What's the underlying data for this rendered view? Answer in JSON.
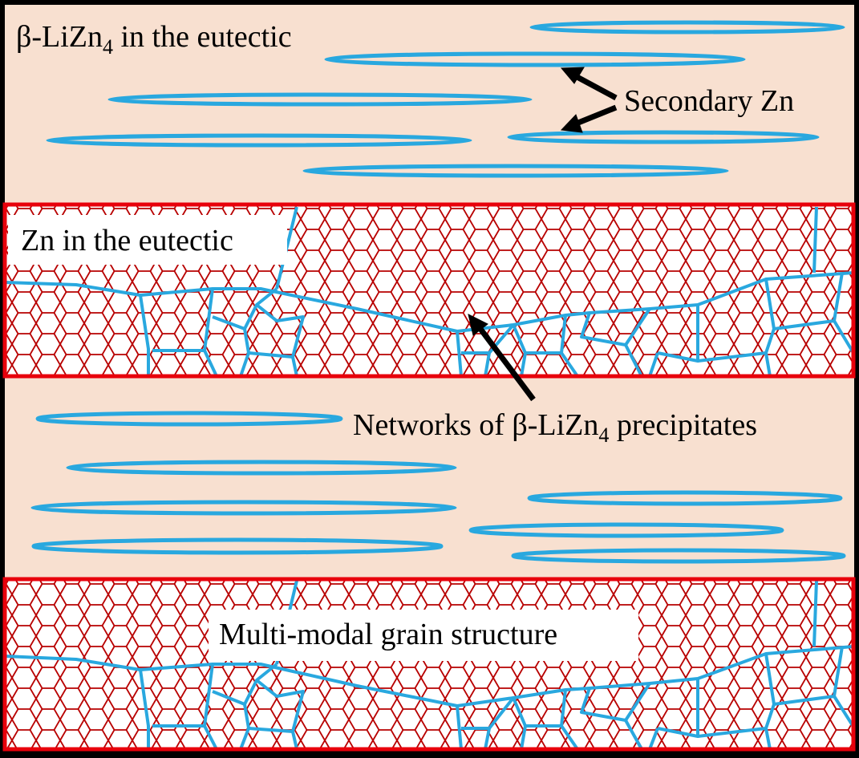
{
  "labels": {
    "beta_eutectic_prefix": "β-LiZn",
    "beta_eutectic_sub": "4",
    "beta_eutectic_suffix": " in the eutectic",
    "secondary_zn": "Secondary Zn",
    "zn_eutectic": "Zn in the eutectic",
    "networks_prefix": "Networks of β-LiZn",
    "networks_sub": "4",
    "networks_suffix": " precipitates",
    "multimodal": "Multi-modal grain structure"
  },
  "colors": {
    "background": "#f8e0d0",
    "frame": "#000000",
    "band_border": "#e8000b",
    "hexagon": "#b80000",
    "precipitate": "#29a8df",
    "arrow": "#000000",
    "label_box": "#ffffff"
  }
}
